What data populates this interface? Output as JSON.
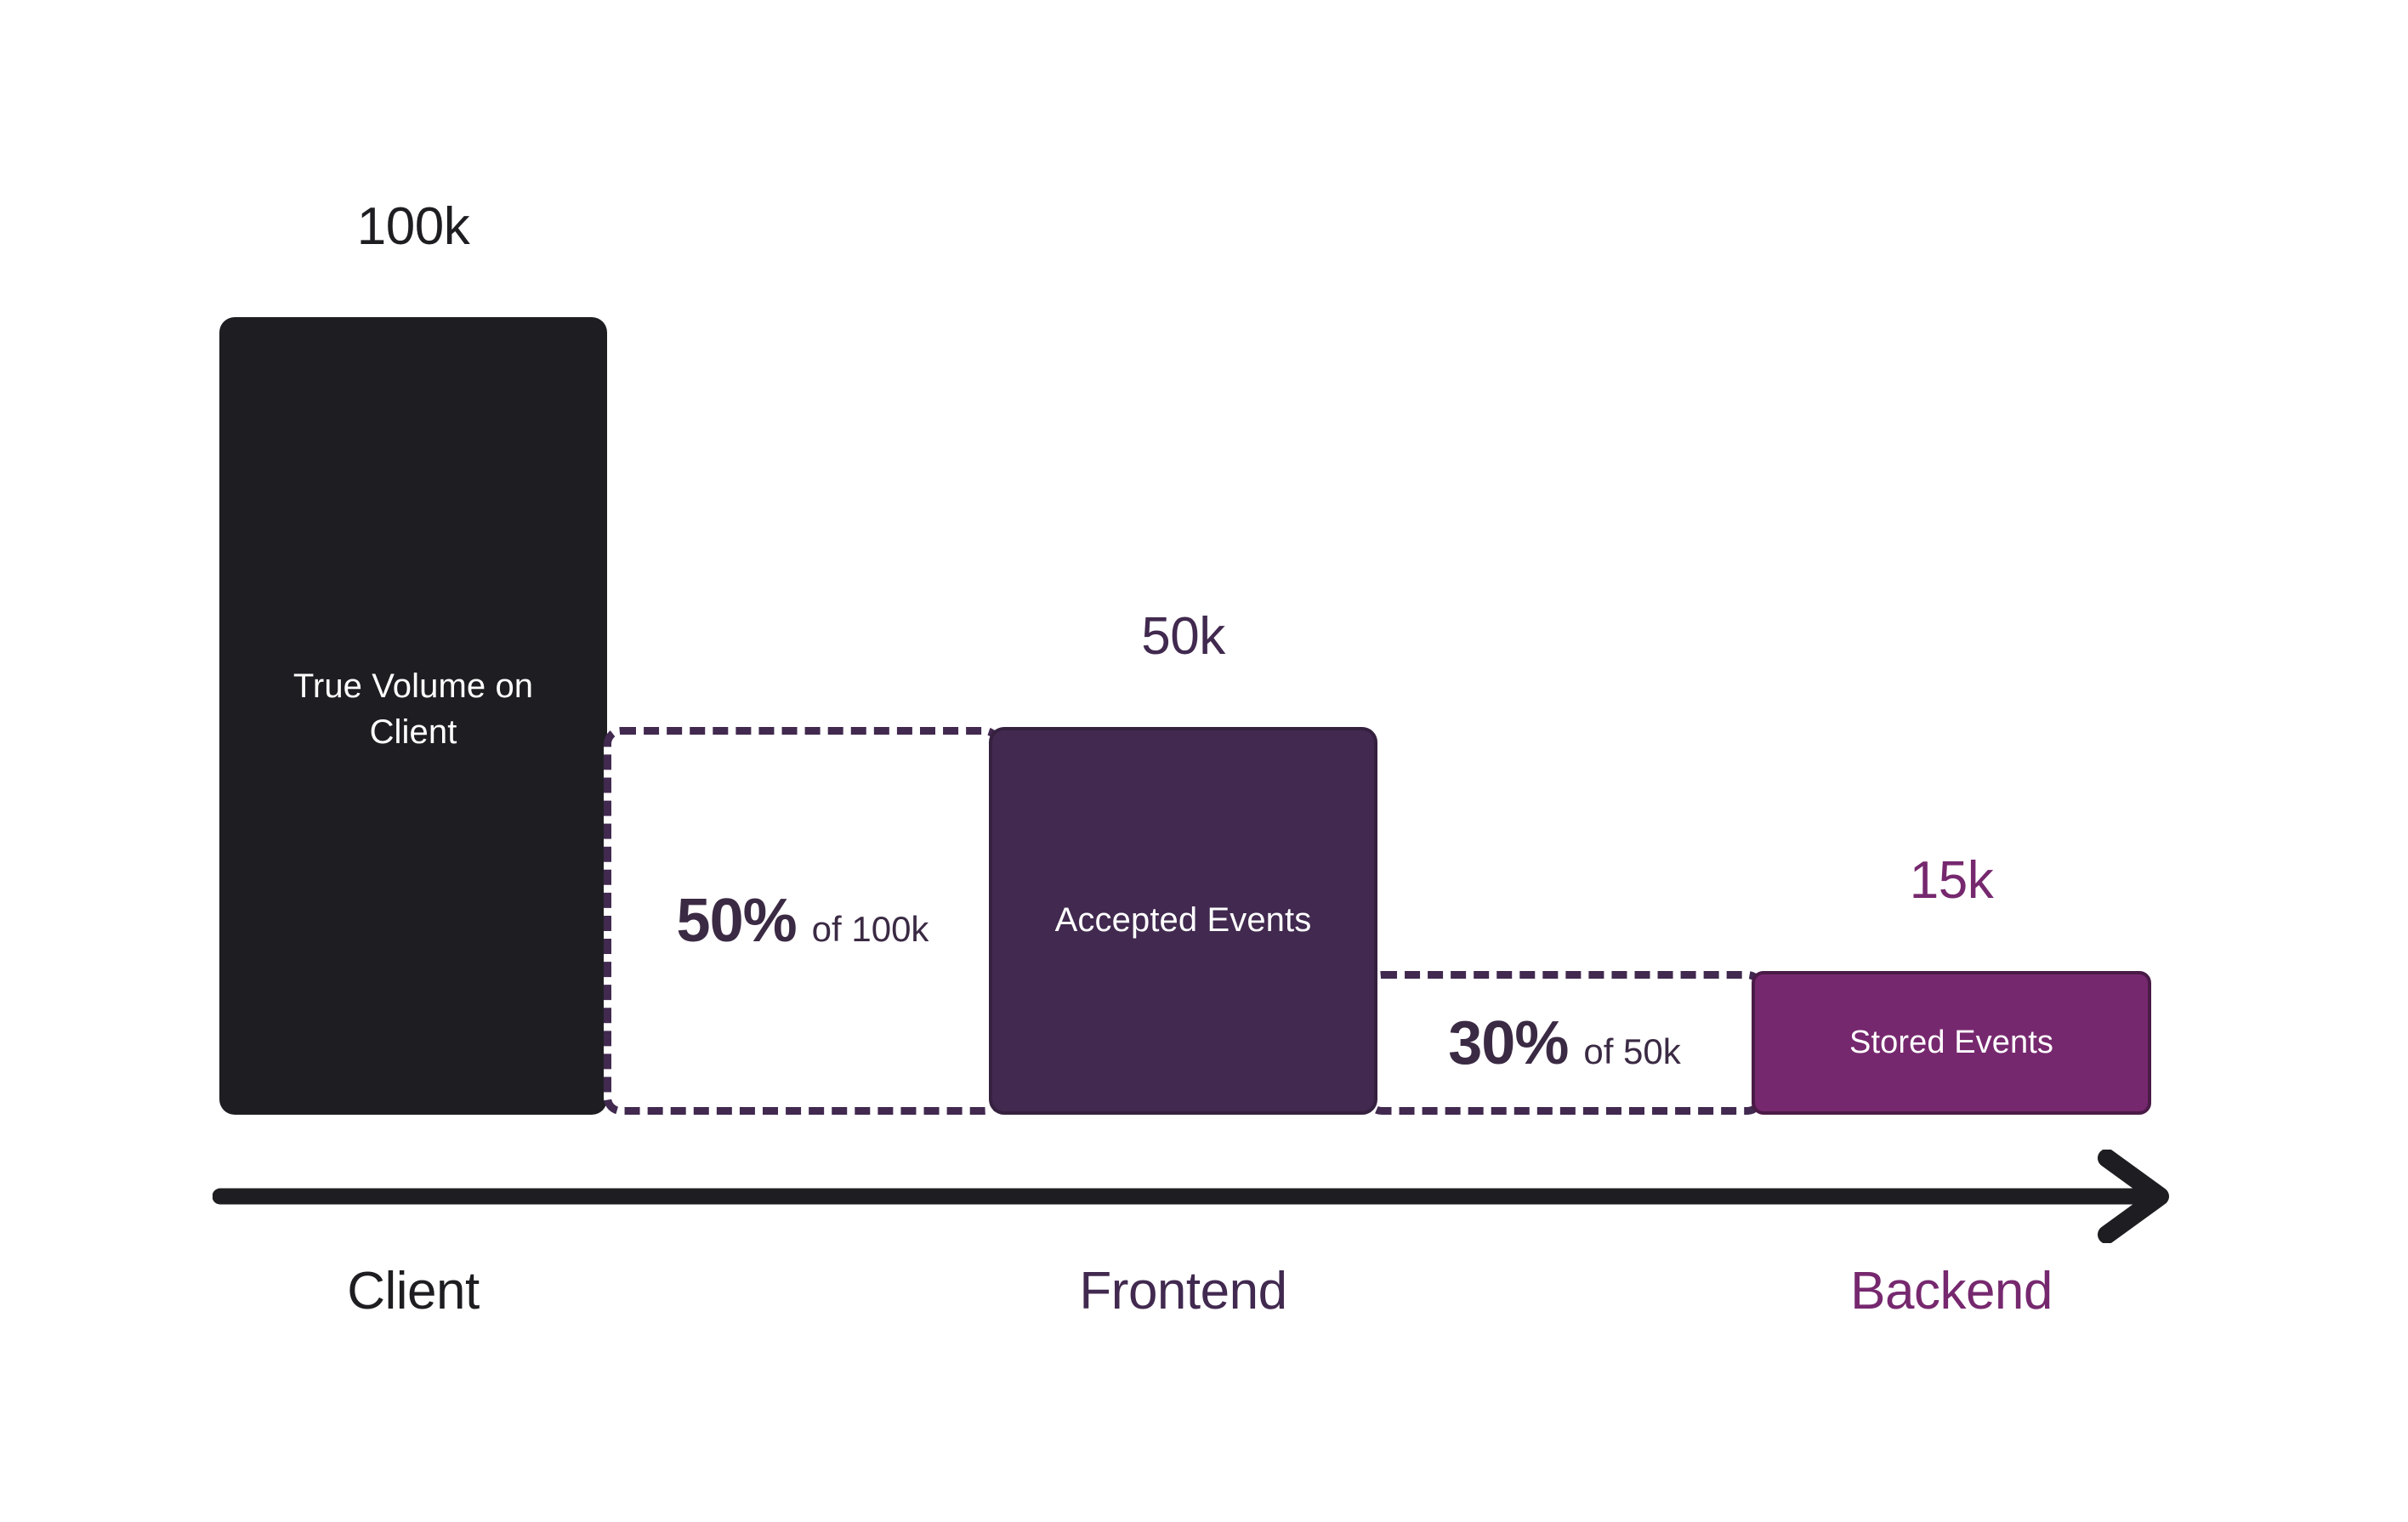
{
  "chart_data": {
    "type": "bar",
    "title": "",
    "subtitle": "",
    "xlabel": "",
    "ylabel": "",
    "grid": false,
    "legend_position": "none",
    "ylim": [
      0,
      100000
    ],
    "categories": [
      "Client",
      "Frontend",
      "Backend"
    ],
    "values": [
      100000,
      50000,
      15000
    ],
    "value_labels": [
      "100k",
      "50k",
      "15k"
    ],
    "bar_labels": [
      "True Volume on Client",
      "Accepted Events",
      "Stored Events"
    ],
    "drop_annotations": [
      {
        "percent": "50%",
        "of_text": "of 100k",
        "from": 100000,
        "to": 50000,
        "rate": 0.5
      },
      {
        "percent": "30%",
        "of_text": "of 50k",
        "from": 50000,
        "to": 15000,
        "rate": 0.3
      }
    ],
    "colors": {
      "client": "#1E1E22",
      "frontend": "#41294F",
      "backend": "#76286E",
      "dashed_border": "#41294F",
      "annotation_text": "#3B2A44",
      "bar_text": "#FFFFFF",
      "axis_arrow": "#1E1E22",
      "background": "#FFFFFF"
    }
  },
  "bars": {
    "client": {
      "value_label": "100k",
      "bar_label": "True Volume on Client",
      "axis_label": "Client"
    },
    "frontend": {
      "value_label": "50k",
      "bar_label": "Accepted Events",
      "axis_label": "Frontend"
    },
    "backend": {
      "value_label": "15k",
      "bar_label": "Stored Events",
      "axis_label": "Backend"
    }
  },
  "annotations": {
    "drop_one": {
      "percent": "50%",
      "of_text": "of 100k"
    },
    "drop_two": {
      "percent": "30%",
      "of_text": "of 50k"
    }
  },
  "axis": {
    "arrow_icon": "arrow-right-icon",
    "direction": "left-to-right"
  }
}
